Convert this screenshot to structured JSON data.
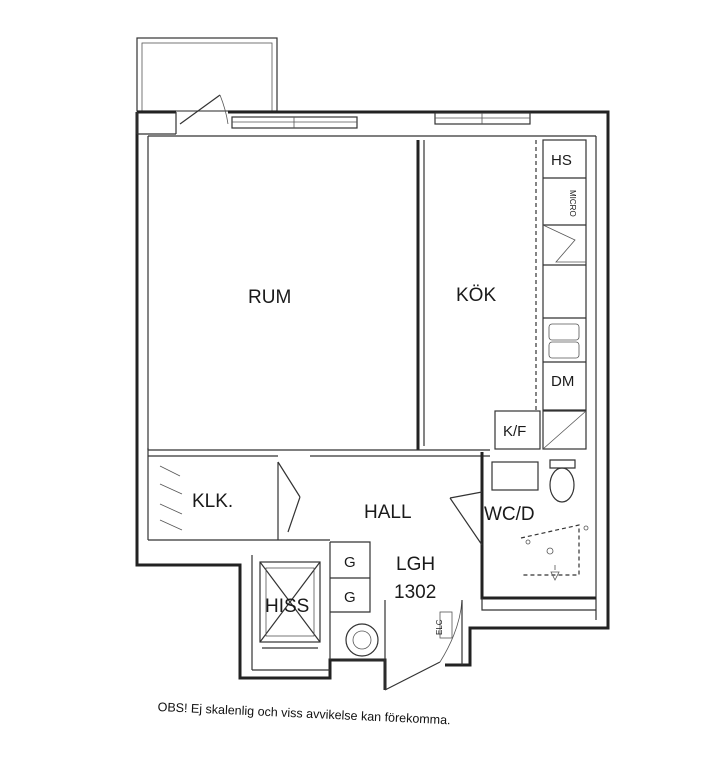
{
  "rooms": {
    "rum": "RUM",
    "kok": "KÖK",
    "klk": "KLK.",
    "hall": "HALL",
    "wc": "WC/D",
    "lgh_line1": "LGH",
    "lgh_line2": "1302",
    "hiss": "HISS"
  },
  "fixtures": {
    "hs": "HS",
    "micro": "MICRO",
    "dm": "DM",
    "kf": "K/F",
    "g1": "G",
    "g2": "G",
    "elc": "ELC"
  },
  "note": "OBS! Ej skalenlig och viss avvikelse kan förekomma."
}
